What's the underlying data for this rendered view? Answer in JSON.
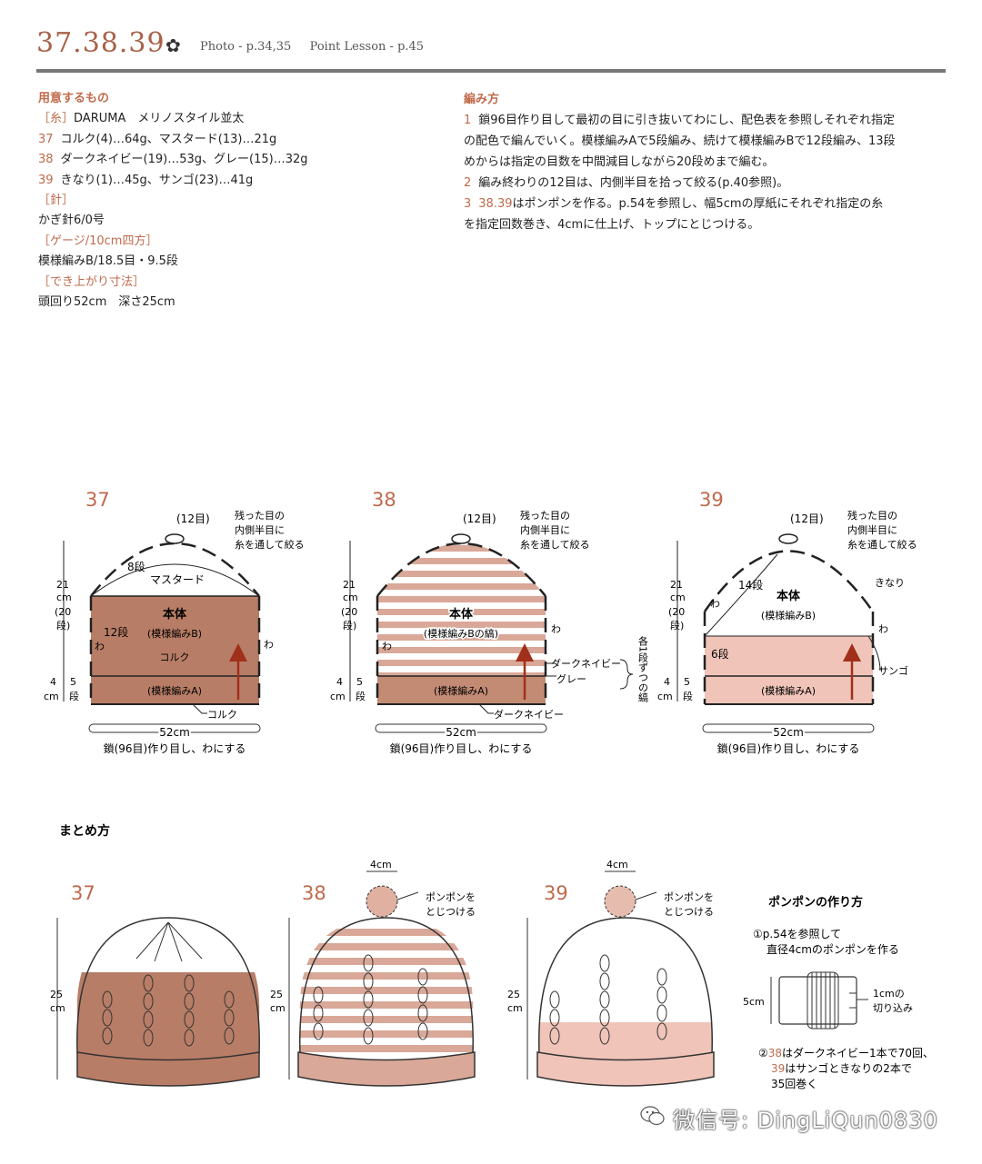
{
  "header": {
    "title": "37.38.39",
    "photo_ref": "Photo - p.34,35",
    "point_ref": "Point Lesson - p.45"
  },
  "materials": {
    "heading": "用意するもの",
    "yarn_label": "［糸］",
    "yarn_value": "DARUMA　メリノスタイル並太",
    "lines": [
      {
        "num": "37",
        "text": "コルク(4)…64g、マスタード(13)…21g"
      },
      {
        "num": "38",
        "text": "ダークネイビー(19)…53g、グレー(15)…32g"
      },
      {
        "num": "39",
        "text": "きなり(1)…45g、サンゴ(23)…41g"
      }
    ],
    "needle_label": "［針］",
    "needle_value": "かぎ針6/0号",
    "gauge_label": "［ゲージ/10cm四方］",
    "gauge_value": "模様編みB/18.5目・9.5段",
    "size_label": "［でき上がり寸法］",
    "size_value": "頭回り52cm　深さ25cm"
  },
  "instructions": {
    "heading": "編み方",
    "steps": [
      {
        "num": "1",
        "lines": [
          "鎖96目作り目して最初の目に引き抜いてわにし、配色表を参照しそれぞれ指定",
          "の配色で編んでいく。模様編みAで5段編み、続けて模様編みBで12段編み、13段",
          "めからは指定の目数を中間減目しながら20段めまで編む。"
        ]
      },
      {
        "num": "2",
        "lines": [
          "編み終わりの12目は、内側半目を拾って絞る(p.40参照)。"
        ]
      },
      {
        "num": "3",
        "prefix": "38.39",
        "lines": [
          "はポンポンを作る。p.54を参照し、幅5cmの厚紙にそれぞれ指定の糸",
          "を指定回数巻き、4cmに仕上げ、トップにとじつける。"
        ]
      }
    ]
  },
  "diagrams": [
    {
      "num": "37",
      "top_stitches": "(12目)",
      "note": [
        "残った目の",
        "内側半目に",
        "糸を通して絞る"
      ],
      "height_main": [
        "21",
        "cm",
        "(20",
        "段)"
      ],
      "height_band": [
        "4",
        "cm"
      ],
      "band_rows": [
        "5",
        "段"
      ],
      "body": "本体",
      "pattern_b": "(模様編みB)",
      "pattern_a": "(模様編みA)",
      "rows_label": "12段",
      "upper_rows": "8段",
      "upper_color": "マスタード",
      "body_color": "コルク",
      "bottom_color": "コルク",
      "wa": "わ",
      "width": "52cm",
      "chain": "鎖(96目)作り目し、わにする"
    },
    {
      "num": "38",
      "top_stitches": "(12目)",
      "note": [
        "残った目の",
        "内側半目に",
        "糸を通して絞る"
      ],
      "height_main": [
        "21",
        "cm",
        "(20",
        "段)"
      ],
      "height_band": [
        "4",
        "cm"
      ],
      "band_rows": [
        "5",
        "段"
      ],
      "body": "本体",
      "pattern_b": "(模様編みBの縞)",
      "pattern_a": "(模様編みA)",
      "stripe_color_1": "ダークネイビー",
      "stripe_color_2": "グレー",
      "stripe_note": "各1段ずつの縞",
      "bottom_color": "ダークネイビー",
      "wa": "わ",
      "width": "52cm",
      "chain": "鎖(96目)作り目し、わにする"
    },
    {
      "num": "39",
      "top_stitches": "(12目)",
      "note": [
        "残った目の",
        "内側半目に",
        "糸を通して絞る"
      ],
      "height_main": [
        "21",
        "cm",
        "(20",
        "段)"
      ],
      "height_band": [
        "4",
        "cm"
      ],
      "band_rows": [
        "5",
        "段"
      ],
      "body": "本体",
      "pattern_b": "(模様編みB)",
      "pattern_a": "(模様編みA)",
      "upper_rows": "14段",
      "lower_rows": "6段",
      "upper_color": "きなり",
      "lower_color": "サンゴ",
      "wa": "わ",
      "width": "52cm",
      "chain": "鎖(96目)作り目し、わにする"
    }
  ],
  "finishing": {
    "heading": "まとめ方",
    "hats": [
      {
        "num": "37",
        "height": [
          "25",
          "cm"
        ]
      },
      {
        "num": "38",
        "height": [
          "25",
          "cm"
        ],
        "pompom_size": "4cm",
        "pompom_note": [
          "ポンポンを",
          "とじつける"
        ]
      },
      {
        "num": "39",
        "height": [
          "25",
          "cm"
        ],
        "pompom_size": "4cm",
        "pompom_note": [
          "ポンポンを",
          "とじつける"
        ]
      }
    ],
    "pompom": {
      "heading": "ポンポンの作り方",
      "step1": [
        "①p.54を参照して",
        "直径4cmのポンポンを作る"
      ],
      "card_width": "5cm",
      "cut_note": [
        "1cmの",
        "切り込み"
      ],
      "step2_prefix": "②",
      "step2_num38": "38",
      "step2_line1": "はダークネイビー1本で70回、",
      "step2_num39": "39",
      "step2_line2": "はサンゴときなりの2本で",
      "step2_line3": "35回巻く"
    }
  },
  "watermark": "微信号: DingLiQun0830",
  "colors": {
    "accent": "#c06a4c",
    "cork": "#b87d66",
    "cork_light": "#d9a898",
    "sango": "#f0c4b8",
    "arrow": "#a0301a"
  }
}
